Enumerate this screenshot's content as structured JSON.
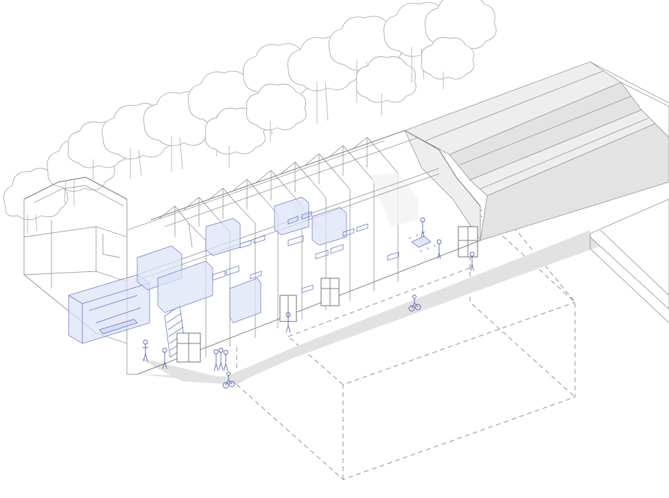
{
  "drawing": {
    "subject": "",
    "colors": {
      "background": "#ffffff",
      "linework": "#9a9a9a",
      "roof_fill": "#eeeeee",
      "ground_shadow": "#e2e2e2",
      "interior_accent": "#5b6fc4",
      "interior_tint": "#c9d2f2"
    },
    "elements": {
      "trees": 24,
      "roof_bays_cutaway": 9,
      "roof_bays_closed": 3,
      "people": 10,
      "cyclists": 2
    }
  }
}
